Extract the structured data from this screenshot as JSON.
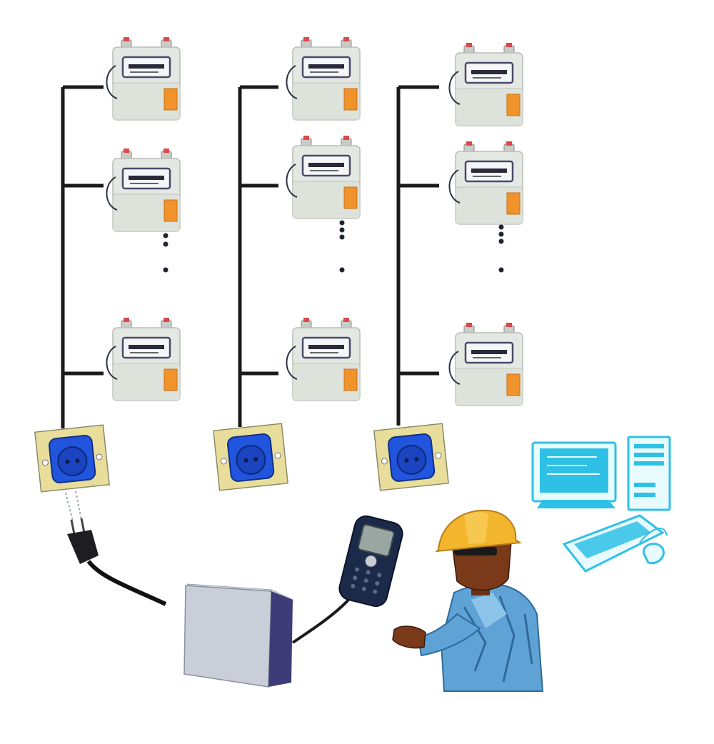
{
  "diagram": {
    "columns": [
      {
        "id": "col-1",
        "meters_shown": 3
      },
      {
        "id": "col-2",
        "meters_shown": 3
      },
      {
        "id": "col-3",
        "meters_shown": 3
      }
    ],
    "components": [
      "gas-meter",
      "bus-cable",
      "wall-socket",
      "plug",
      "data-collector",
      "handheld-terminal",
      "worker",
      "computer"
    ]
  },
  "colors": {
    "bus_line": "#1a1a1a",
    "meter_body": "#e4e8e2",
    "meter_orange": "#f0932a",
    "socket_plate": "#e8dd9a",
    "socket_blue": "#2255dd",
    "collector_front": "#c9ced8",
    "collector_side": "#3d3c78",
    "helmet": "#f2b52b",
    "shirt": "#5fa3d6",
    "computer_cyan": "#2fc0e6"
  }
}
